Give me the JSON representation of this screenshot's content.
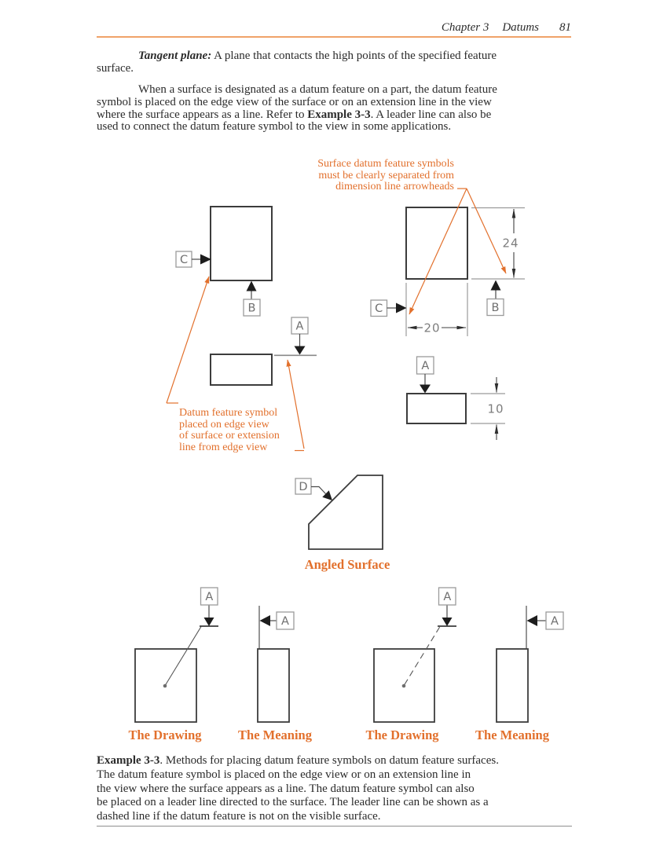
{
  "header": {
    "chapter": "Chapter 3",
    "title": "Datums",
    "page": "81"
  },
  "para1": {
    "lead": "Tangent plane:",
    "line1_rest": " A plane that contacts the high points of the specified feature",
    "line2": "surface."
  },
  "para2": {
    "line1": "When a surface is designated as a datum feature on a part, the datum feature",
    "line2": "symbol is placed on the edge view of the surface or on an extension line in the view",
    "line3_before": "where the surface appears as a line. Refer to ",
    "line3_bold": "Example 3-3",
    "line3_after": ". A leader line can also be",
    "line4": "used to connect the datum feature symbol to the view in some applications."
  },
  "figure": {
    "annotation_top": {
      "line1": "Surface datum feature symbols",
      "line2": "must be clearly separated from",
      "line3": "dimension line arrowheads"
    },
    "annotation_left": {
      "line1": "Datum feature symbol",
      "line2": "placed on edge view",
      "line3": "of surface or extension",
      "line4": "line from edge view"
    },
    "datums": {
      "c1": "C",
      "b1": "B",
      "a1": "A",
      "c2": "C",
      "b2": "B",
      "a2": "A",
      "d": "D",
      "a3": "A",
      "a4": "A",
      "a5": "A",
      "a6": "A"
    },
    "dimensions": {
      "d24": "24",
      "d20": "20",
      "d10": "10"
    },
    "angled_label": "Angled Surface",
    "captions": {
      "drawing1": "The Drawing",
      "meaning1": "The Meaning",
      "drawing2": "The Drawing",
      "meaning2": "The Meaning"
    }
  },
  "caption": {
    "bold": "Example 3-3",
    "line1_rest": ". Methods for placing datum feature symbols on datum feature surfaces.",
    "line2": "The datum feature symbol is placed on the edge view or on an extension line in",
    "line3": "the view where the surface appears as a line. The datum feature symbol can also",
    "line4": "be placed on a leader line directed to the surface. The leader line can be shown as a",
    "line5": "dashed line if the datum feature is not on the visible surface."
  },
  "colors": {
    "orange_text": "#e2702c",
    "orange_rule": "#f0a269",
    "line_dark": "#3c3c3c",
    "line_gray": "#9b9b9b",
    "body_text": "#2b2b2b"
  }
}
